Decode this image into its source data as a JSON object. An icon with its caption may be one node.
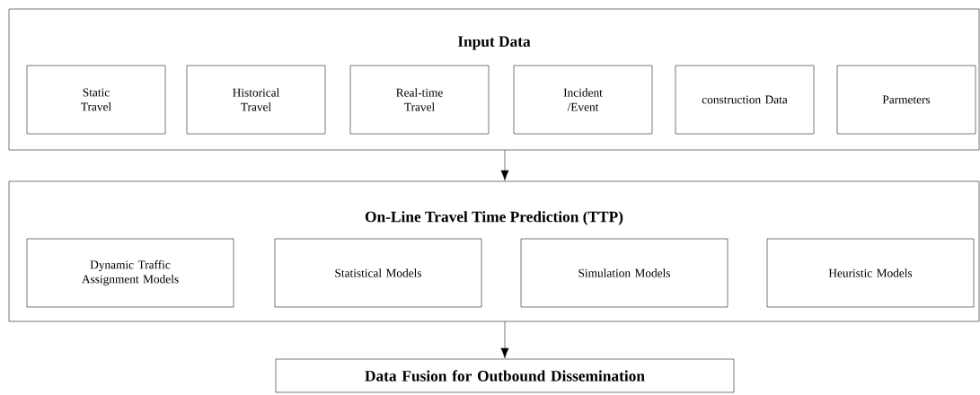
{
  "diagram": {
    "nodes": [
      {
        "text": [
          "Input Data"
        ]
      },
      {
        "text": [
          "Static Travel"
        ],
        "in": 0
      },
      {
        "text": [
          "Historical Travel"
        ],
        "in": 0
      },
      {
        "text": [
          "Real-time Travel"
        ],
        "in": 0
      },
      {
        "text": [
          "Incident /Event"
        ],
        "in": 0
      },
      {
        "text": [
          "construction Data"
        ],
        "in": 0
      },
      {
        "text": [
          "Parmeters"
        ],
        "in": 0
      },
      {
        "text": [
          "On-Line Travel Time Prediction (TTP)"
        ]
      },
      {
        "text": [
          "Dynamic Traffic Assignment Models"
        ],
        "in": 7
      },
      {
        "text": [
          "Statistical Models"
        ],
        "in": 7
      },
      {
        "text": [
          "Simulation Models"
        ],
        "in": 7
      },
      {
        "text": [
          "Heuristic Models"
        ],
        "in": 7
      },
      {
        "text": [
          "Data Fusion for Outbound Dissemination"
        ]
      }
    ],
    "edges": [
      {
        "from": 0,
        "to": 7,
        "arrow": "to"
      },
      {
        "from": 7,
        "to": 12,
        "arrow": "to"
      }
    ]
  }
}
